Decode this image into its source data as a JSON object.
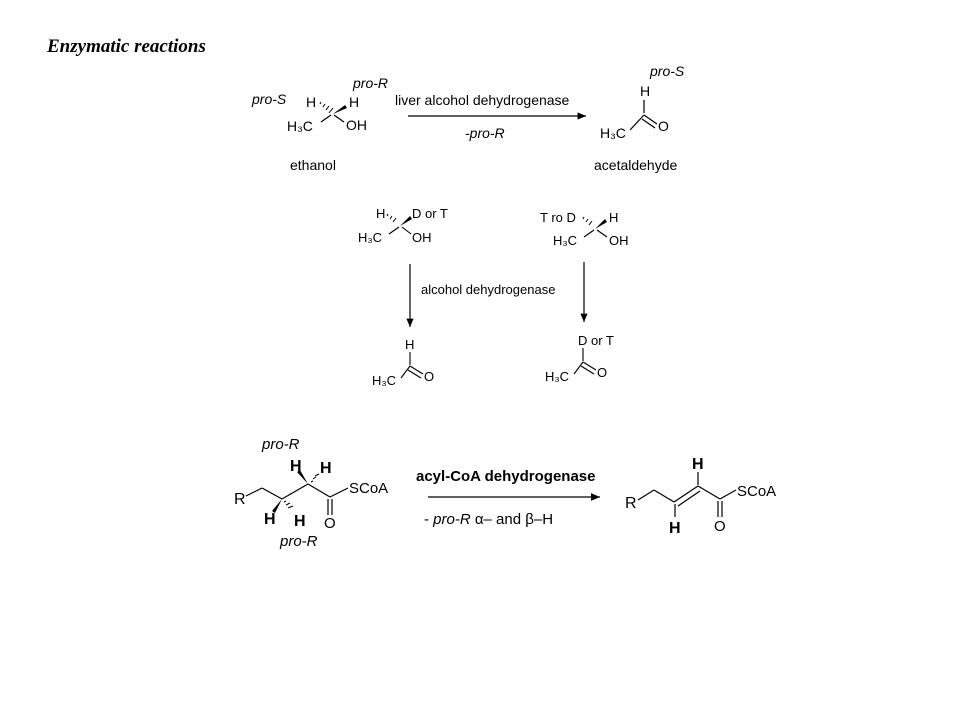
{
  "title": "Enzymatic reactions",
  "reaction1": {
    "pro_s_left": "pro-S",
    "pro_r_top": "pro-R",
    "h_wedge_left": "H",
    "h_hash_left": "H",
    "ch3_left": "H₃C",
    "oh_left": "OH",
    "reactant_name": "ethanol",
    "enzyme": "liver alcohol dehydrogenase",
    "removed": "-pro-R",
    "pro_s_product": "pro-S",
    "h_product": "H",
    "ch3_product": "H₃C",
    "o_product": "O",
    "product_name": "acetaldehyde"
  },
  "reaction2": {
    "left_h": "H",
    "left_dt": "D or T",
    "left_ch3": "H₃C",
    "left_oh": "OH",
    "right_td": "T ro D",
    "right_h": "H",
    "right_ch3": "H₃C",
    "right_oh": "OH",
    "enzyme": "alcohol dehydrogenase",
    "left_product_h": "H",
    "left_product_ch3": "H₃C",
    "left_product_o": "O",
    "right_product_dt": "D or T",
    "right_product_ch3": "H₃C",
    "right_product_o": "O"
  },
  "reaction3": {
    "pro_r_top": "pro-R",
    "h1": "H",
    "h2": "H",
    "r_left": "R",
    "scoa_left": "SCoA",
    "h3": "H",
    "h4": "H",
    "o_left": "O",
    "pro_r_bottom": "pro-R",
    "enzyme": "acyl-CoA dehydrogenase",
    "removed_prefix": "- ",
    "removed_pro_r": "pro-R",
    "removed_rest": " α– and β–H",
    "h_top_product": "H",
    "r_product": "R",
    "scoa_product": "SCoA",
    "h_bottom_product": "H",
    "o_product": "O"
  }
}
